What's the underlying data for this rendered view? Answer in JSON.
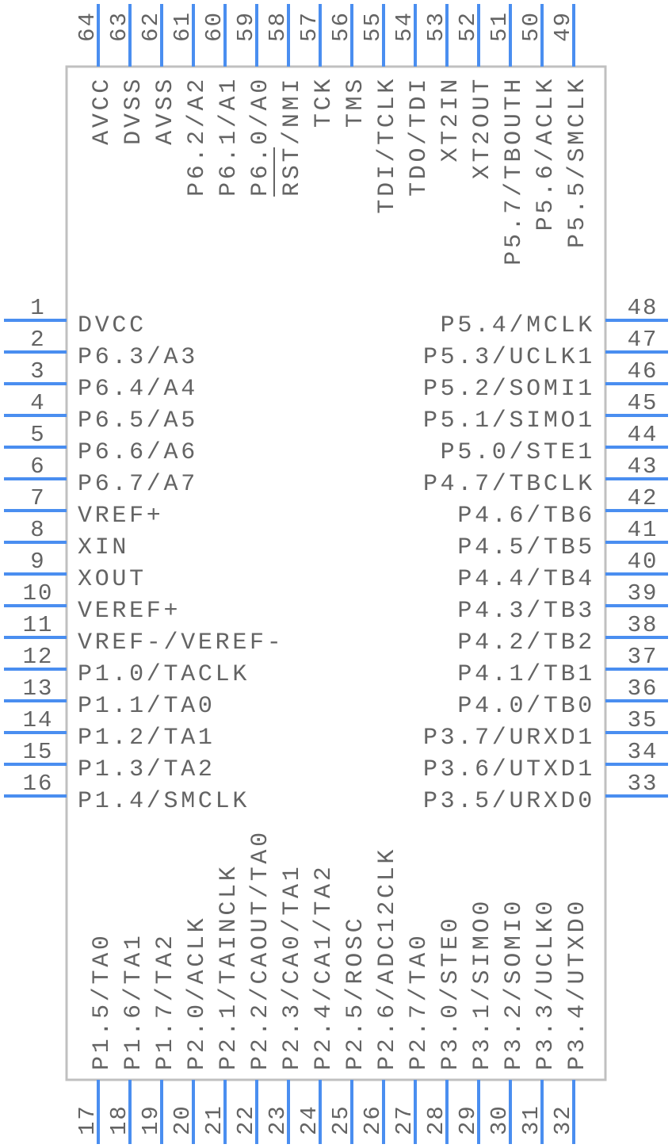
{
  "colors": {
    "pin": "#4a8ef0",
    "body": "#c0c0c0",
    "text": "#646464"
  },
  "left_pins": [
    {
      "number": "1",
      "label": "DVCC"
    },
    {
      "number": "2",
      "label": "P6.3/A3"
    },
    {
      "number": "3",
      "label": "P6.4/A4"
    },
    {
      "number": "4",
      "label": "P6.5/A5"
    },
    {
      "number": "5",
      "label": "P6.6/A6"
    },
    {
      "number": "6",
      "label": "P6.7/A7"
    },
    {
      "number": "7",
      "label": "VREF+"
    },
    {
      "number": "8",
      "label": "XIN"
    },
    {
      "number": "9",
      "label": "XOUT"
    },
    {
      "number": "10",
      "label": "VEREF+"
    },
    {
      "number": "11",
      "label": "VREF-/VEREF-"
    },
    {
      "number": "12",
      "label": "P1.0/TACLK"
    },
    {
      "number": "13",
      "label": "P1.1/TA0"
    },
    {
      "number": "14",
      "label": "P1.2/TA1"
    },
    {
      "number": "15",
      "label": "P1.3/TA2"
    },
    {
      "number": "16",
      "label": "P1.4/SMCLK"
    }
  ],
  "bottom_pins": [
    {
      "number": "17",
      "label": "P1.5/TA0"
    },
    {
      "number": "18",
      "label": "P1.6/TA1"
    },
    {
      "number": "19",
      "label": "P1.7/TA2"
    },
    {
      "number": "20",
      "label": "P2.0/ACLK"
    },
    {
      "number": "21",
      "label": "P2.1/TAINCLK"
    },
    {
      "number": "22",
      "label": "P2.2/CAOUT/TA0"
    },
    {
      "number": "23",
      "label": "P2.3/CA0/TA1"
    },
    {
      "number": "24",
      "label": "P2.4/CA1/TA2"
    },
    {
      "number": "25",
      "label": "P2.5/ROSC"
    },
    {
      "number": "26",
      "label": "P2.6/ADC12CLK"
    },
    {
      "number": "27",
      "label": "P2.7/TA0"
    },
    {
      "number": "28",
      "label": "P3.0/STE0"
    },
    {
      "number": "29",
      "label": "P3.1/SIMO0"
    },
    {
      "number": "30",
      "label": "P3.2/SOMI0"
    },
    {
      "number": "31",
      "label": "P3.3/UCLK0"
    },
    {
      "number": "32",
      "label": "P3.4/UTXD0"
    }
  ],
  "right_pins": [
    {
      "number": "48",
      "label": "P5.4/MCLK"
    },
    {
      "number": "47",
      "label": "P5.3/UCLK1"
    },
    {
      "number": "46",
      "label": "P5.2/SOMI1"
    },
    {
      "number": "45",
      "label": "P5.1/SIMO1"
    },
    {
      "number": "44",
      "label": "P5.0/STE1"
    },
    {
      "number": "43",
      "label": "P4.7/TBCLK"
    },
    {
      "number": "42",
      "label": "P4.6/TB6"
    },
    {
      "number": "41",
      "label": "P4.5/TB5"
    },
    {
      "number": "40",
      "label": "P4.4/TB4"
    },
    {
      "number": "39",
      "label": "P4.3/TB3"
    },
    {
      "number": "38",
      "label": "P4.2/TB2"
    },
    {
      "number": "37",
      "label": "P4.1/TB1"
    },
    {
      "number": "36",
      "label": "P4.0/TB0"
    },
    {
      "number": "35",
      "label": "P3.7/URXD1"
    },
    {
      "number": "34",
      "label": "P3.6/UTXD1"
    },
    {
      "number": "33",
      "label": "P3.5/URXD0"
    }
  ],
  "top_pins": [
    {
      "number": "64",
      "label": "AVCC"
    },
    {
      "number": "63",
      "label": "DVSS"
    },
    {
      "number": "62",
      "label": "AVSS"
    },
    {
      "number": "61",
      "label": "P6.2/A2"
    },
    {
      "number": "60",
      "label": "P6.1/A1"
    },
    {
      "number": "59",
      "label": "P6.0/A0"
    },
    {
      "number": "58",
      "label": "RST/NMI",
      "overline_chars": 3
    },
    {
      "number": "57",
      "label": "TCK"
    },
    {
      "number": "56",
      "label": "TMS"
    },
    {
      "number": "55",
      "label": "TDI/TCLK"
    },
    {
      "number": "54",
      "label": "TDO/TDI"
    },
    {
      "number": "53",
      "label": "XT2IN"
    },
    {
      "number": "52",
      "label": "XT2OUT"
    },
    {
      "number": "51",
      "label": "P5.7/TBOUTH"
    },
    {
      "number": "50",
      "label": "P5.6/ACLK"
    },
    {
      "number": "49",
      "label": "P5.5/SMCLK"
    }
  ]
}
